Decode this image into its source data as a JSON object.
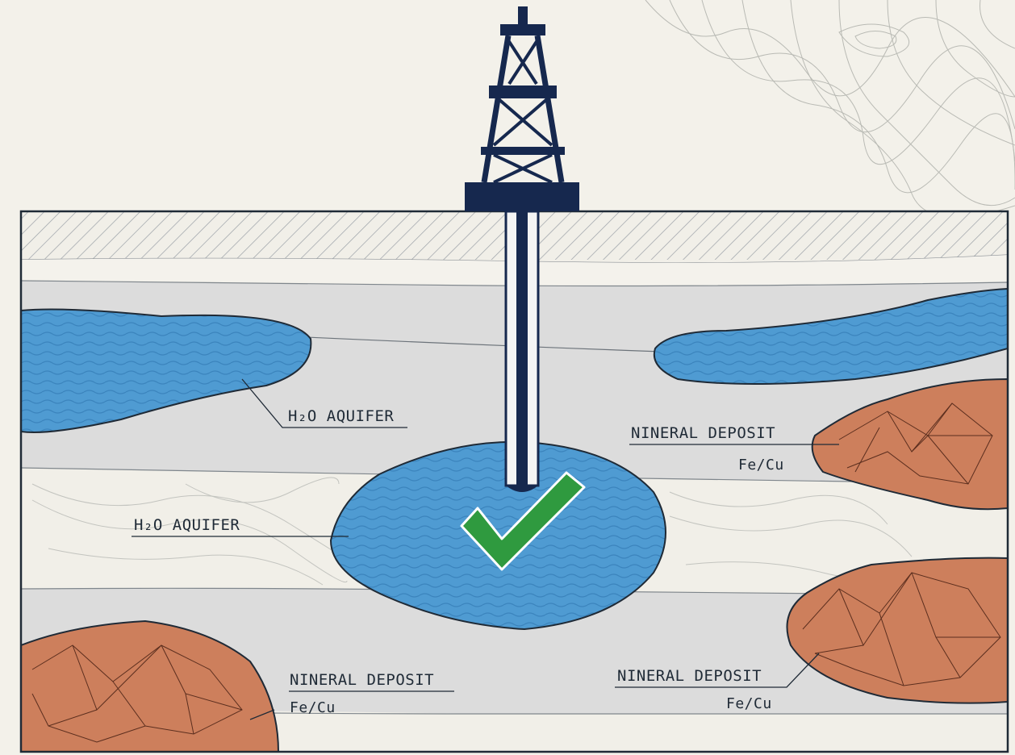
{
  "labels": {
    "aquifer_upper": "H₂O AQUIFER",
    "aquifer_middle": "H₂O AQUIFER",
    "deposit_right_upper": "NINERAL DEPOSIT",
    "deposit_right_upper_sub": "Fe/Cu",
    "deposit_left_lower": "NINERAL DEPOSIT",
    "deposit_left_lower_sub": "Fe/Cu",
    "deposit_right_lower": "NINERAL DEPOSIT",
    "deposit_right_lower_sub": "Fe/Cu"
  },
  "icons": [
    "drilling-rig-icon",
    "checkmark-icon"
  ],
  "colors": {
    "background": "#f3f1ea",
    "rock_light": "#f1efe8",
    "rock_band": "#dcdcdc",
    "water": "#4f9bd2",
    "mineral": "#cd7f5c",
    "rig": "#16284e",
    "check": "#2f9a3f",
    "outline": "#1f2a36"
  }
}
